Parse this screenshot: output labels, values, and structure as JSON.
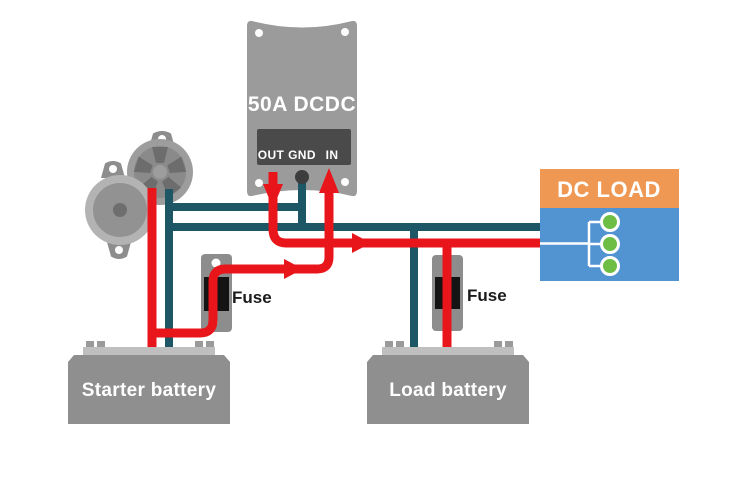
{
  "dcdc": {
    "label": "50A DCDC",
    "terminal_out": "OUT",
    "terminal_gnd": "GND",
    "terminal_in": "IN"
  },
  "dc_load": {
    "label": "DC LOAD"
  },
  "fuse1": {
    "label": "Fuse"
  },
  "fuse2": {
    "label": "Fuse"
  },
  "starter_battery": {
    "label": "Starter battery"
  },
  "load_battery": {
    "label": "Load battery"
  },
  "colors": {
    "positive_wire": "#e8151b",
    "negative_wire": "#1d5765",
    "dc_load_header": "#ef9853",
    "dc_load_body": "#5293d1",
    "load_indicator": "#6ebe45",
    "device_gray": "#9b9b9b",
    "terminal_panel": "#4a4a4a"
  }
}
